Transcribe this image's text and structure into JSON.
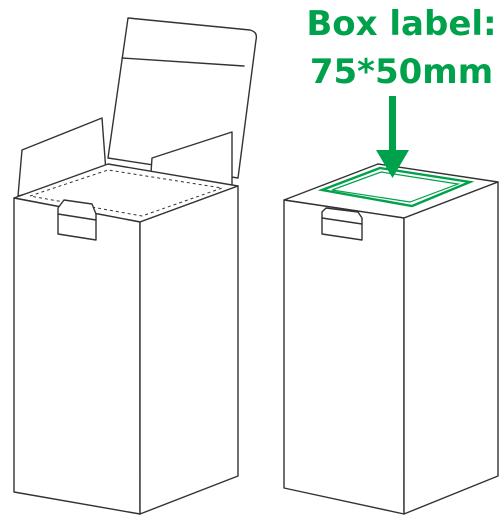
{
  "annotation": {
    "title": "Box label:",
    "size": "75*50mm",
    "accent_color": "#00a14b"
  },
  "illustrations": {
    "left_box": {
      "state": "open",
      "icon": "open-box-icon"
    },
    "right_box": {
      "state": "closed",
      "icon": "closed-box-icon"
    },
    "arrow": {
      "icon": "down-arrow-icon"
    }
  }
}
